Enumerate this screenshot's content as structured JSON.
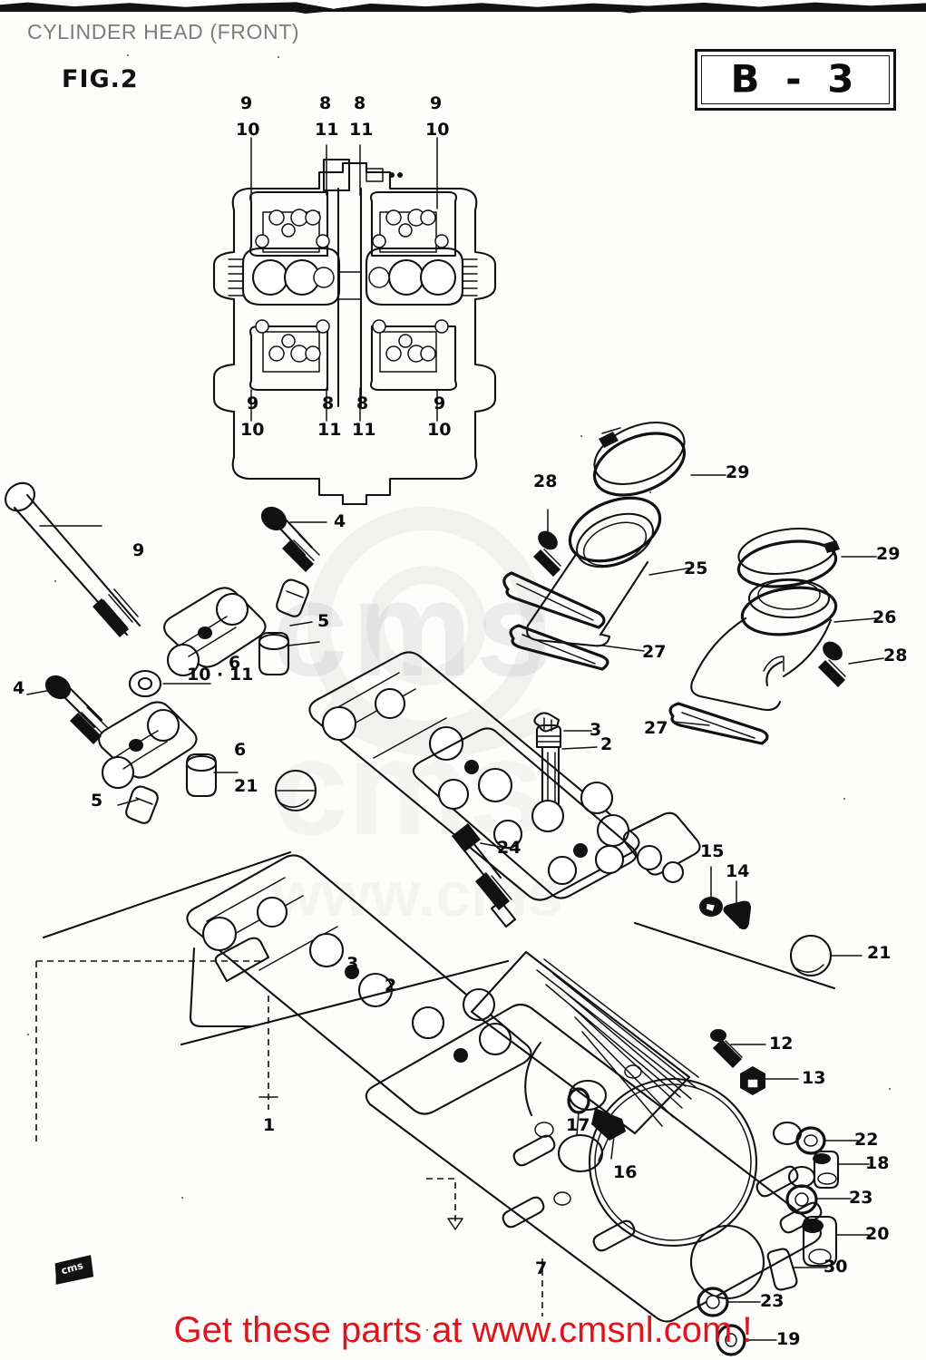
{
  "document": {
    "title": "CYLINDER HEAD (FRONT)",
    "figure_label": "FIG.2",
    "section_badge": "B - 3",
    "corner_tag": "cms"
  },
  "watermark": {
    "footer_text": "Get these parts at www.cmsnl.com !",
    "ghost_line_1": "cms",
    "ghost_line_2": "www.cms",
    "footer_color": "#e0141b",
    "ghost_color": "#ececec"
  },
  "top_view": {
    "caption_top": [
      "9",
      "10",
      "8",
      "11",
      "8",
      "11",
      "9",
      "10"
    ],
    "labels_top": [
      {
        "id": "t1",
        "upper": "9",
        "lower": "10"
      },
      {
        "id": "t2",
        "upper": "8",
        "lower": "11"
      },
      {
        "id": "t3",
        "upper": "8",
        "lower": "11"
      },
      {
        "id": "t4",
        "upper": "9",
        "lower": "10"
      }
    ],
    "labels_bottom": [
      {
        "id": "b1",
        "upper": "9",
        "lower": "10"
      },
      {
        "id": "b2",
        "upper": "8",
        "lower": "11"
      },
      {
        "id": "b3",
        "upper": "8",
        "lower": "11"
      },
      {
        "id": "b4",
        "upper": "9",
        "lower": "10"
      }
    ]
  },
  "callouts": {
    "n1": "1",
    "n2": "2",
    "n2b": "2",
    "n3": "3",
    "n3b": "3",
    "n4_left": "4",
    "n4_upper": "4",
    "n5_left": "5",
    "n5_upper": "5",
    "n6_left": "6",
    "n6_upper": "6",
    "n7": "7",
    "n9_rod": "9",
    "n10_11": "10 · 11",
    "n12": "12",
    "n13": "13",
    "n14": "14",
    "n15": "15",
    "n16": "16",
    "n17": "17",
    "n18": "18",
    "n19": "19",
    "n20": "20",
    "n21_left": "21",
    "n21_right": "21",
    "n22": "22",
    "n23_upper": "23",
    "n23_lower": "23",
    "n24": "24",
    "n25": "25",
    "n26": "26",
    "n27_left": "27",
    "n27_right": "27",
    "n28_left": "28",
    "n28_right": "28",
    "n29_upper": "29",
    "n29_right": "29",
    "n30": "30"
  }
}
